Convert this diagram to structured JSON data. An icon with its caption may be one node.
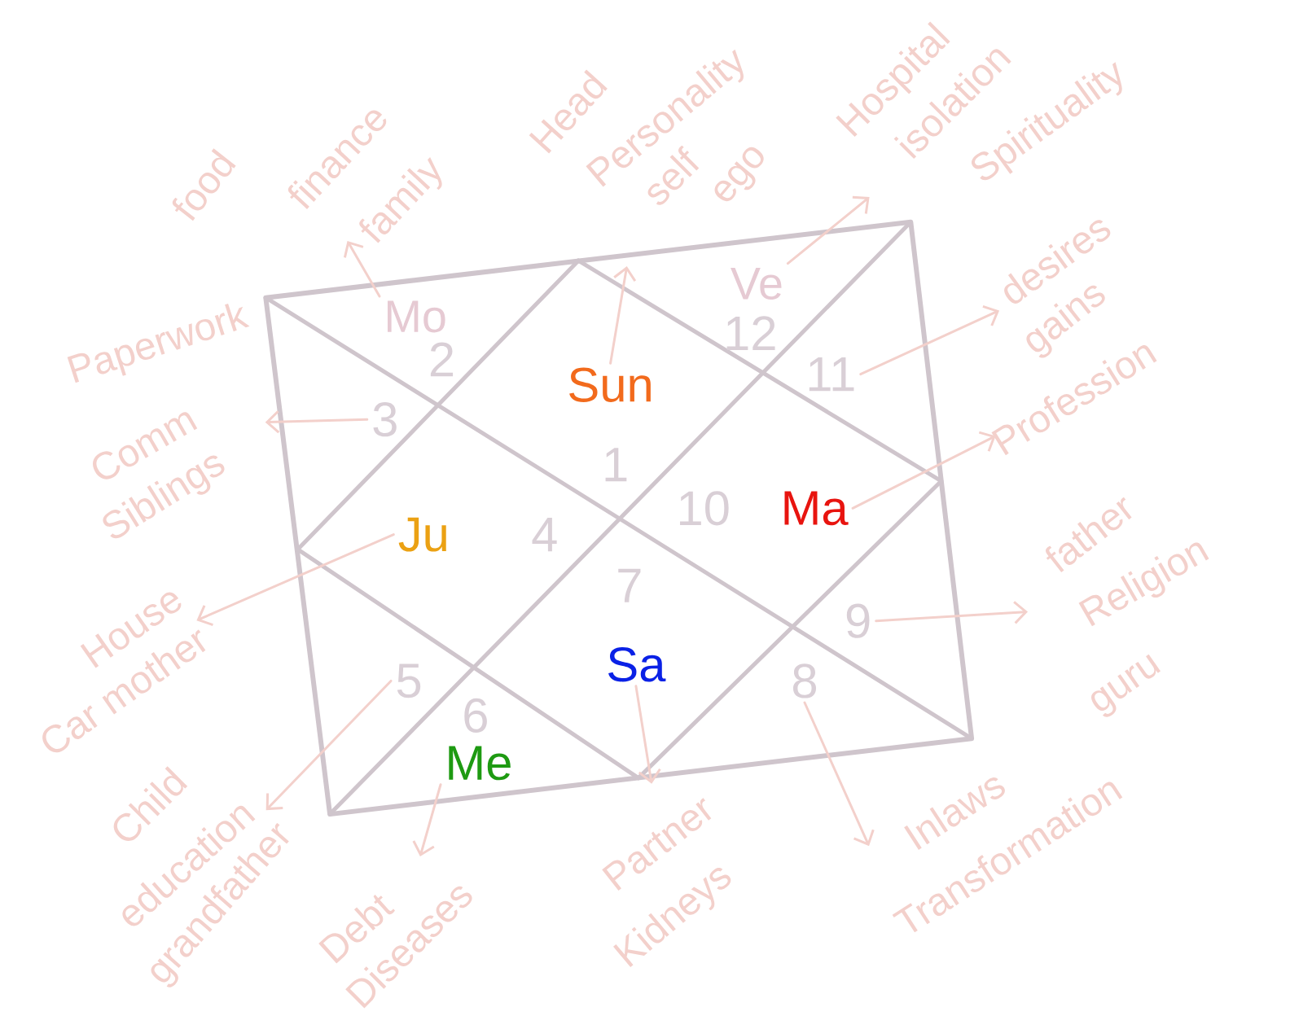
{
  "diagram": {
    "nodes": [
      {
        "text": [
          "Sun",
          "1"
        ]
      },
      {
        "text": [
          "Mo",
          "2"
        ]
      },
      {
        "text": [
          "3"
        ]
      },
      {
        "text": [
          "Ju",
          "4"
        ]
      },
      {
        "text": [
          "5"
        ]
      },
      {
        "text": [
          "6",
          "Me"
        ]
      },
      {
        "text": [
          "7",
          "Sa"
        ]
      },
      {
        "text": [
          "8"
        ]
      },
      {
        "text": [
          "9"
        ]
      },
      {
        "text": [
          "10",
          "Ma"
        ]
      },
      {
        "text": [
          "11"
        ]
      },
      {
        "text": [
          "Ve",
          "12"
        ]
      },
      {
        "text": [
          "Head",
          "Personality",
          "self",
          "ego"
        ]
      },
      {
        "text": [
          "food",
          "finance",
          "family"
        ]
      },
      {
        "text": [
          "Paperwork",
          "Comm",
          "Siblings"
        ]
      },
      {
        "text": [
          "House",
          "Car mother"
        ]
      },
      {
        "text": [
          "Child",
          "education",
          "grandfather"
        ]
      },
      {
        "text": [
          "Debt",
          "Diseases"
        ]
      },
      {
        "text": [
          "Partner",
          "Kidneys"
        ]
      },
      {
        "text": [
          "Inlaws",
          "Transformation"
        ]
      },
      {
        "text": [
          "father",
          "Religion",
          "guru"
        ]
      },
      {
        "text": [
          "Profession"
        ]
      },
      {
        "text": [
          "desires",
          "gains"
        ]
      },
      {
        "text": [
          "Hospital",
          "isolation",
          "Spirituality"
        ]
      }
    ],
    "edges": [
      {
        "from": 0,
        "to": 12,
        "arrow": "to"
      },
      {
        "from": 1,
        "to": 13,
        "arrow": "to"
      },
      {
        "from": 2,
        "to": 14,
        "arrow": "to"
      },
      {
        "from": 3,
        "to": 15,
        "arrow": "to"
      },
      {
        "from": 4,
        "to": 16,
        "arrow": "to"
      },
      {
        "from": 5,
        "to": 17,
        "arrow": "to"
      },
      {
        "from": 6,
        "to": 18,
        "arrow": "to"
      },
      {
        "from": 7,
        "to": 19,
        "arrow": "to"
      },
      {
        "from": 8,
        "to": 20,
        "arrow": "to"
      },
      {
        "from": 9,
        "to": 21,
        "arrow": "to"
      },
      {
        "from": 10,
        "to": 22,
        "arrow": "to"
      },
      {
        "from": 11,
        "to": 23,
        "arrow": "to"
      }
    ]
  }
}
